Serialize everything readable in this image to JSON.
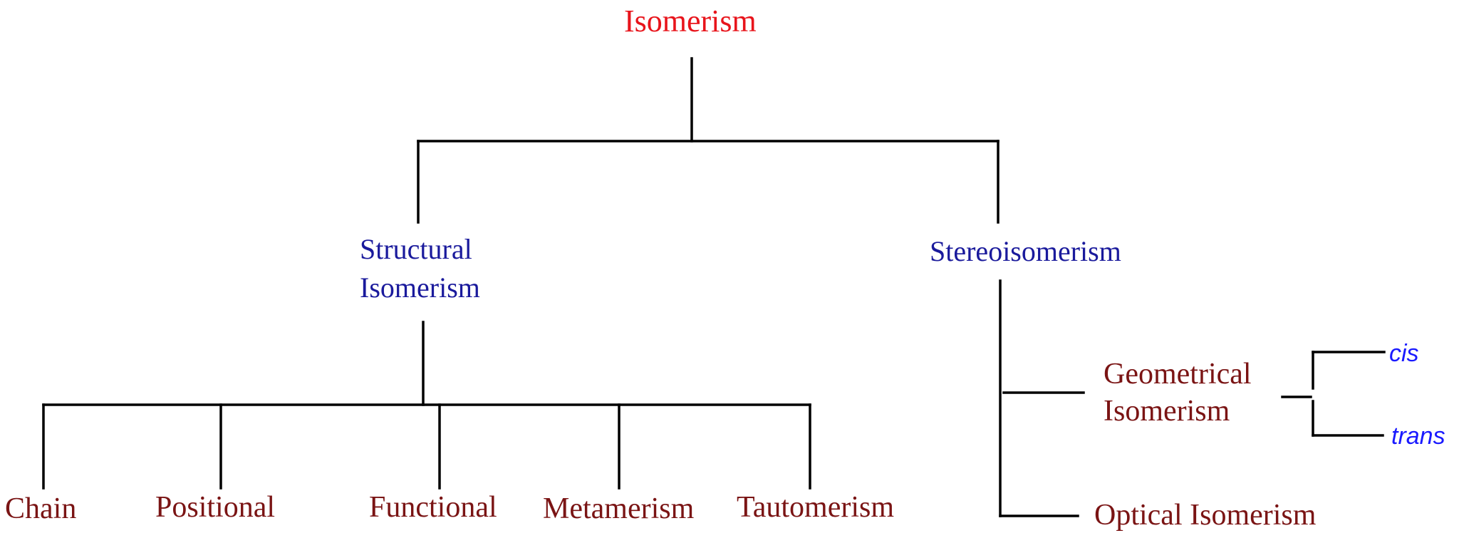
{
  "root": {
    "label": "Isomerism"
  },
  "structural": {
    "label_line1": "Structural",
    "label_line2": "Isomerism",
    "children": [
      "Chain",
      "Positional",
      "Functional",
      "Metamerism",
      "Tautomerism"
    ]
  },
  "stereo": {
    "label": "Stereoisomerism",
    "geometrical": {
      "label_line1": "Geometrical",
      "label_line2": "Isomerism",
      "children": [
        "cis",
        "trans"
      ]
    },
    "optical": {
      "label": "Optical Isomerism"
    }
  },
  "colors": {
    "root": "#e8141b",
    "level1": "#1a1a9c",
    "level2": "#7a1414",
    "level3": "#1a1aff",
    "lines": "#000000"
  }
}
